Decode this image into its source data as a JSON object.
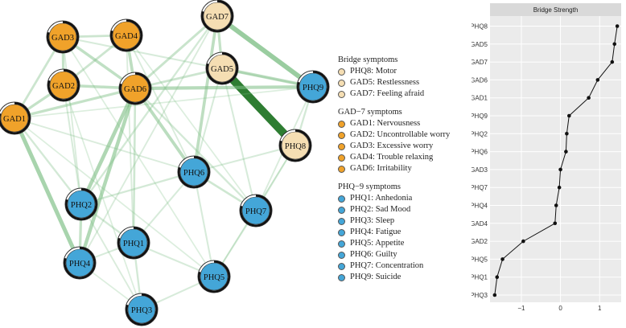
{
  "colors": {
    "bridge": "#F5DEB3",
    "gad": "#F0A22A",
    "phq": "#44A6D8",
    "edge": "#7FBF86",
    "edge_strong": "#2E7D32"
  },
  "legend": {
    "groups": [
      {
        "title": "Bridge symptoms",
        "color_key": "bridge",
        "items": [
          "PHQ8: Motor",
          "GAD5: Restlessness",
          "GAD7: Feeling afraid"
        ]
      },
      {
        "title": "GAD−7 symptoms",
        "color_key": "gad",
        "items": [
          "GAD1: Nervousness",
          "GAD2: Uncontrollable worry",
          "GAD3: Excessive worry",
          "GAD4: Trouble relaxing",
          "GAD6: Irritability"
        ]
      },
      {
        "title": "PHQ−9 symptoms",
        "color_key": "phq",
        "items": [
          "PHQ1: Anhedonia",
          "PHQ2: Sad Mood",
          "PHQ3: Sleep",
          "PHQ4: Fatigue",
          "PHQ5: Appetite",
          "PHQ6: Guilty",
          "PHQ7: Concentration",
          "PHQ9: Suicide"
        ]
      }
    ]
  },
  "network": {
    "nodes": [
      {
        "id": "GAD7",
        "group": "bridge"
      },
      {
        "id": "GAD3",
        "group": "gad"
      },
      {
        "id": "GAD4",
        "group": "gad"
      },
      {
        "id": "GAD5",
        "group": "bridge"
      },
      {
        "id": "GAD2",
        "group": "gad"
      },
      {
        "id": "GAD6",
        "group": "gad"
      },
      {
        "id": "PHQ9",
        "group": "phq"
      },
      {
        "id": "GAD1",
        "group": "gad"
      },
      {
        "id": "PHQ8",
        "group": "bridge"
      },
      {
        "id": "PHQ6",
        "group": "phq"
      },
      {
        "id": "PHQ2",
        "group": "phq"
      },
      {
        "id": "PHQ7",
        "group": "phq"
      },
      {
        "id": "PHQ1",
        "group": "phq"
      },
      {
        "id": "PHQ4",
        "group": "phq"
      },
      {
        "id": "PHQ5",
        "group": "phq"
      },
      {
        "id": "PHQ3",
        "group": "phq"
      }
    ],
    "edges": [
      {
        "from": "GAD5",
        "to": "PHQ8",
        "weight": 1.0
      },
      {
        "from": "GAD7",
        "to": "PHQ9",
        "weight": 0.55
      },
      {
        "from": "GAD1",
        "to": "PHQ4",
        "weight": 0.45
      },
      {
        "from": "GAD6",
        "to": "PHQ2",
        "weight": 0.4
      },
      {
        "from": "GAD6",
        "to": "PHQ4",
        "weight": 0.38
      },
      {
        "from": "GAD6",
        "to": "PHQ9",
        "weight": 0.35
      },
      {
        "from": "GAD6",
        "to": "PHQ6",
        "weight": 0.32
      },
      {
        "from": "GAD7",
        "to": "PHQ6",
        "weight": 0.3
      },
      {
        "from": "GAD5",
        "to": "PHQ9",
        "weight": 0.3
      },
      {
        "from": "GAD3",
        "to": "GAD6",
        "weight": 0.28
      },
      {
        "from": "GAD2",
        "to": "GAD6",
        "weight": 0.28
      },
      {
        "from": "GAD4",
        "to": "GAD6",
        "weight": 0.3
      },
      {
        "from": "GAD2",
        "to": "GAD3",
        "weight": 0.25
      },
      {
        "from": "GAD1",
        "to": "GAD2",
        "weight": 0.25
      },
      {
        "from": "GAD1",
        "to": "GAD6",
        "weight": 0.25
      },
      {
        "from": "GAD3",
        "to": "GAD4",
        "weight": 0.2
      },
      {
        "from": "GAD2",
        "to": "GAD4",
        "weight": 0.2
      },
      {
        "from": "GAD1",
        "to": "GAD3",
        "weight": 0.2
      },
      {
        "from": "GAD7",
        "to": "GAD5",
        "weight": 0.25
      },
      {
        "from": "GAD7",
        "to": "GAD6",
        "weight": 0.22
      },
      {
        "from": "GAD5",
        "to": "GAD6",
        "weight": 0.2
      },
      {
        "from": "GAD7",
        "to": "PHQ2",
        "weight": 0.15
      },
      {
        "from": "GAD6",
        "to": "PHQ7",
        "weight": 0.15
      },
      {
        "from": "GAD6",
        "to": "PHQ1",
        "weight": 0.18
      },
      {
        "from": "PHQ9",
        "to": "PHQ8",
        "weight": 0.15
      },
      {
        "from": "PHQ2",
        "to": "PHQ4",
        "weight": 0.25
      },
      {
        "from": "PHQ2",
        "to": "PHQ1",
        "weight": 0.15
      },
      {
        "from": "PHQ2",
        "to": "PHQ6",
        "weight": 0.15
      },
      {
        "from": "PHQ6",
        "to": "PHQ7",
        "weight": 0.18
      },
      {
        "from": "PHQ6",
        "to": "PHQ5",
        "weight": 0.12
      },
      {
        "from": "PHQ6",
        "to": "PHQ1",
        "weight": 0.12
      },
      {
        "from": "PHQ1",
        "to": "PHQ3",
        "weight": 0.15
      },
      {
        "from": "PHQ1",
        "to": "PHQ5",
        "weight": 0.12
      },
      {
        "from": "PHQ4",
        "to": "PHQ1",
        "weight": 0.12
      },
      {
        "from": "PHQ5",
        "to": "PHQ3",
        "weight": 0.12
      },
      {
        "from": "PHQ7",
        "to": "PHQ5",
        "weight": 0.12
      },
      {
        "from": "PHQ2",
        "to": "PHQ3",
        "weight": 0.1
      },
      {
        "from": "PHQ8",
        "to": "PHQ7",
        "weight": 0.12
      },
      {
        "from": "PHQ6",
        "to": "PHQ8",
        "weight": 0.12
      },
      {
        "from": "GAD1",
        "to": "PHQ2",
        "weight": 0.15
      },
      {
        "from": "GAD1",
        "to": "PHQ6",
        "weight": 0.1
      },
      {
        "from": "GAD2",
        "to": "PHQ2",
        "weight": 0.12
      },
      {
        "from": "GAD3",
        "to": "PHQ2",
        "weight": 0.1
      },
      {
        "from": "GAD4",
        "to": "PHQ1",
        "weight": 0.1
      },
      {
        "from": "GAD3",
        "to": "PHQ9",
        "weight": 0.12
      },
      {
        "from": "GAD4",
        "to": "PHQ6",
        "weight": 0.1
      },
      {
        "from": "GAD5",
        "to": "PHQ6",
        "weight": 0.12
      },
      {
        "from": "GAD5",
        "to": "PHQ7",
        "weight": 0.12
      },
      {
        "from": "GAD7",
        "to": "PHQ4",
        "weight": 0.1
      },
      {
        "from": "GAD1",
        "to": "PHQ5",
        "weight": 0.08
      },
      {
        "from": "GAD2",
        "to": "PHQ3",
        "weight": 0.08
      },
      {
        "from": "GAD3",
        "to": "PHQ5",
        "weight": 0.08
      },
      {
        "from": "GAD4",
        "to": "PHQ7",
        "weight": 0.08
      },
      {
        "from": "GAD1",
        "to": "PHQ9",
        "weight": 0.08
      },
      {
        "from": "PHQ9",
        "to": "PHQ7",
        "weight": 0.1
      },
      {
        "from": "PHQ4",
        "to": "PHQ3",
        "weight": 0.08
      },
      {
        "from": "PHQ5",
        "to": "PHQ8",
        "weight": 0.08
      }
    ]
  },
  "chart_data": {
    "type": "line",
    "title": "Bridge Strength",
    "categories": [
      "PHQ8",
      "GAD5",
      "GAD7",
      "GAD6",
      "GAD1",
      "PHQ9",
      "PHQ2",
      "PHQ6",
      "GAD3",
      "PHQ7",
      "PHQ4",
      "GAD4",
      "GAD2",
      "PHQ5",
      "PHQ1",
      "PHQ3"
    ],
    "values": [
      1.45,
      1.38,
      1.32,
      0.95,
      0.72,
      0.22,
      0.16,
      0.14,
      0.0,
      -0.03,
      -0.11,
      -0.14,
      -0.95,
      -1.48,
      -1.62,
      -1.68
    ],
    "xticks": [
      "−1",
      "0",
      "1"
    ],
    "xtick_values": [
      -1,
      0,
      1
    ],
    "xlim": [
      -1.8,
      1.55
    ],
    "grid": true
  }
}
